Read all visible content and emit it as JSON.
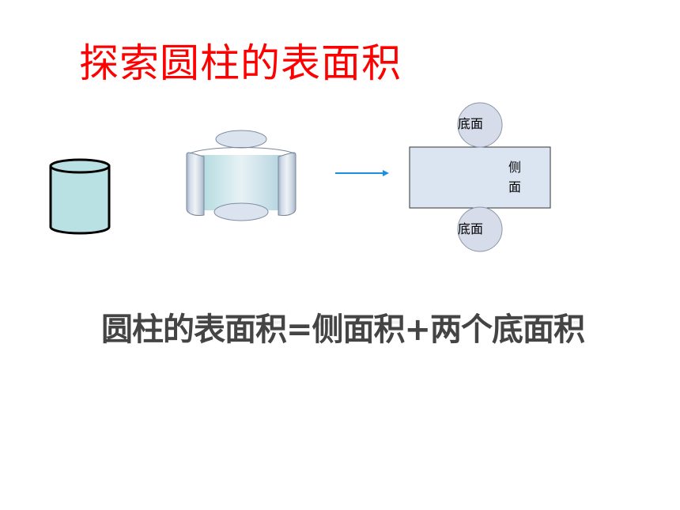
{
  "title": "探索圆柱的表面积",
  "diagram": {
    "top_circle_label": "底面",
    "bottom_circle_label": "底面",
    "rect_label_line1": "侧",
    "rect_label_line2": "面",
    "colors": {
      "cylinder_fill": "#b9e1e3",
      "unrolled_fill": "#dbe5f1",
      "circle_fill": "#d6dce9",
      "arrow": "#1f8fdc",
      "title": "#ff0000",
      "formula": "#444444"
    }
  },
  "formula": "圆柱的表面积=侧面积+两个底面积"
}
